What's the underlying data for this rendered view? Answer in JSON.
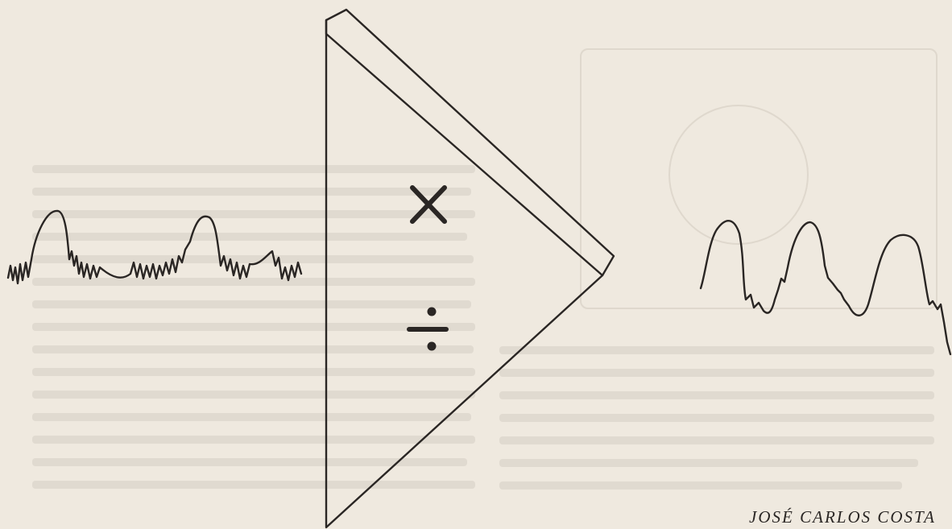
{
  "credit": {
    "author": "JOSÉ CARLOS COSTA"
  },
  "symbols": {
    "multiply_icon": "multiplication-sign",
    "divide_icon": "division-sign"
  },
  "colors": {
    "ink": "#2a2624",
    "paper": "#efe9df"
  }
}
